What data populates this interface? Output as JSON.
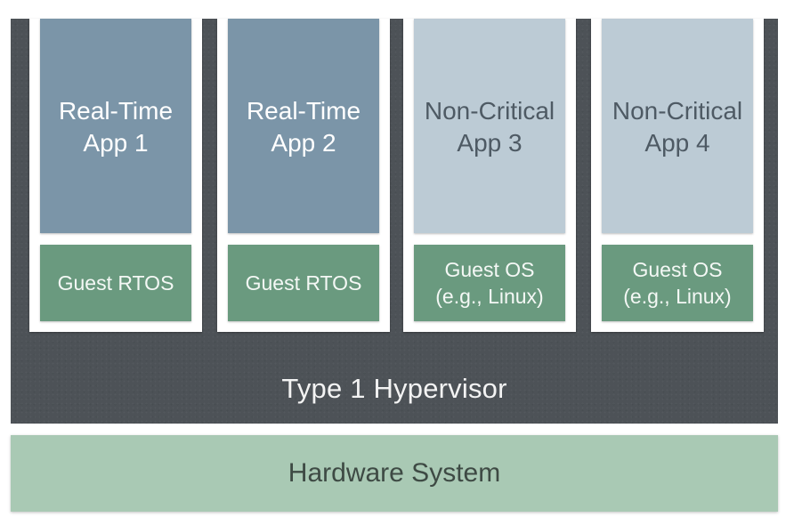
{
  "hypervisor": {
    "label": "Type 1 Hypervisor"
  },
  "vms": [
    {
      "app_line1": "Real-Time",
      "app_line2": "App 1",
      "guest_line1": "Guest RTOS",
      "guest_line2": ""
    },
    {
      "app_line1": "Real-Time",
      "app_line2": "App 2",
      "guest_line1": "Guest RTOS",
      "guest_line2": ""
    },
    {
      "app_line1": "Non-Critical",
      "app_line2": "App 3",
      "guest_line1": "Guest OS",
      "guest_line2": "(e.g., Linux)"
    },
    {
      "app_line1": "Non-Critical",
      "app_line2": "App 4",
      "guest_line1": "Guest OS",
      "guest_line2": "(e.g., Linux)"
    }
  ],
  "hardware": {
    "label": "Hardware System"
  },
  "colors": {
    "hypervisor": "#4d5257",
    "realtime_app": "#7b95a8",
    "noncritical_app": "#bccbd5",
    "guest_os": "#6a9a7f",
    "hardware": "#a9c9b4"
  }
}
